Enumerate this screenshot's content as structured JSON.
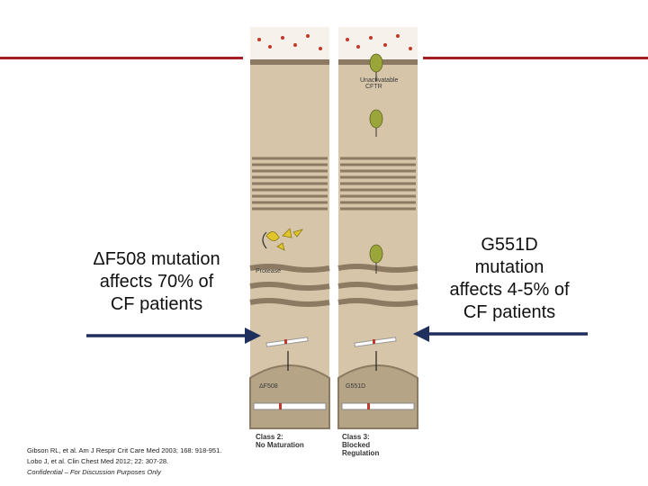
{
  "left_caption": [
    "ΔF508 mutation",
    "affects 70% of",
    "CF patients"
  ],
  "right_caption": [
    "G551D",
    "mutation",
    "affects 4-5% of",
    "CF patients"
  ],
  "panel_left": {
    "class_label": [
      "Class 2:",
      "No Maturation"
    ],
    "mutation_label": "ΔF508",
    "protease_label": "Protease"
  },
  "panel_right": {
    "class_label": [
      "Class 3:",
      "Blocked",
      "Regulation"
    ],
    "mutation_label": "G551D",
    "unactivatable_label": [
      "Unactivatable",
      "CFTR"
    ]
  },
  "citations": [
    "Gibson RL, et al. Am J Respir Crit Care Med 2003; 168: 918-951.",
    "Lobo J, et al. Clin Chest Med 2012; 22: 307-28."
  ],
  "confidential": "Confidential – For Discussion Purposes Only",
  "colors": {
    "rule": "#a51e22",
    "arrow": "#1f2f5e",
    "cytoplasm": "#d6c5a8",
    "membrane": "#8c7a62",
    "protein": "#9aa53a",
    "misfolded": "#e0c62a"
  },
  "icons": [
    "left-arrow-icon",
    "right-arrow-icon",
    "cftr-protein-icon",
    "protease-icon"
  ]
}
